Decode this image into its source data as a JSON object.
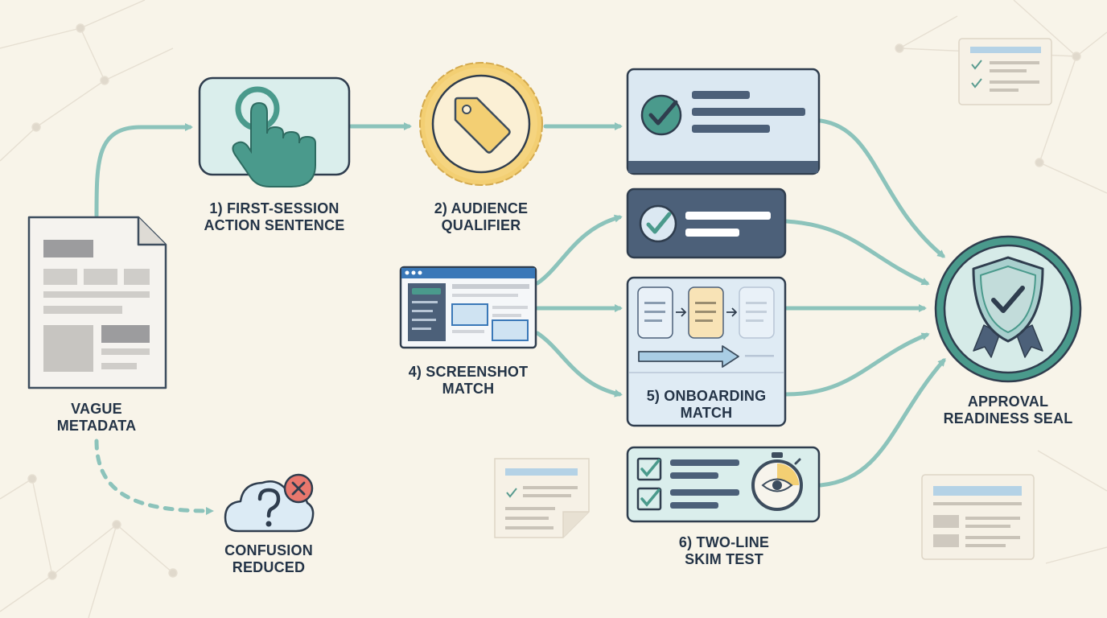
{
  "nodes": {
    "vague_metadata": {
      "line1": "VAGUE",
      "line2": "METADATA"
    },
    "first_session": {
      "line1": "1) FIRST-SESSION",
      "line2": "ACTION SENTENCE"
    },
    "audience_qualifier": {
      "line1": "2) AUDIENCE",
      "line2": "QUALIFIER"
    },
    "screenshot_match": {
      "line1": "4) SCREENSHOT",
      "line2": "MATCH"
    },
    "onboarding_match": {
      "line1": "5) ONBOARDING",
      "line2": "MATCH"
    },
    "two_line_skim": {
      "line1": "6) TWO-LINE",
      "line2": "SKIM TEST"
    },
    "approval_seal": {
      "line1": "APPROVAL",
      "line2": "READINESS SEAL"
    },
    "confusion_reduced": {
      "line1": "CONFUSION",
      "line2": "REDUCED"
    }
  },
  "colors": {
    "background": "#f8f4e9",
    "teal": "#4a9a8c",
    "arrow": "#8cc3bb",
    "navy": "#4c6079",
    "gold": "#f3cf73",
    "label": "#243447",
    "error": "#e8776d"
  },
  "icons": {
    "first_session": "tap-hand-icon",
    "audience_qualifier": "tag-badge-icon",
    "approval_seal": "shield-check-seal-icon",
    "confusion_reduced": "cloud-question-icon",
    "two_line_skim": "stopwatch-eye-icon"
  }
}
